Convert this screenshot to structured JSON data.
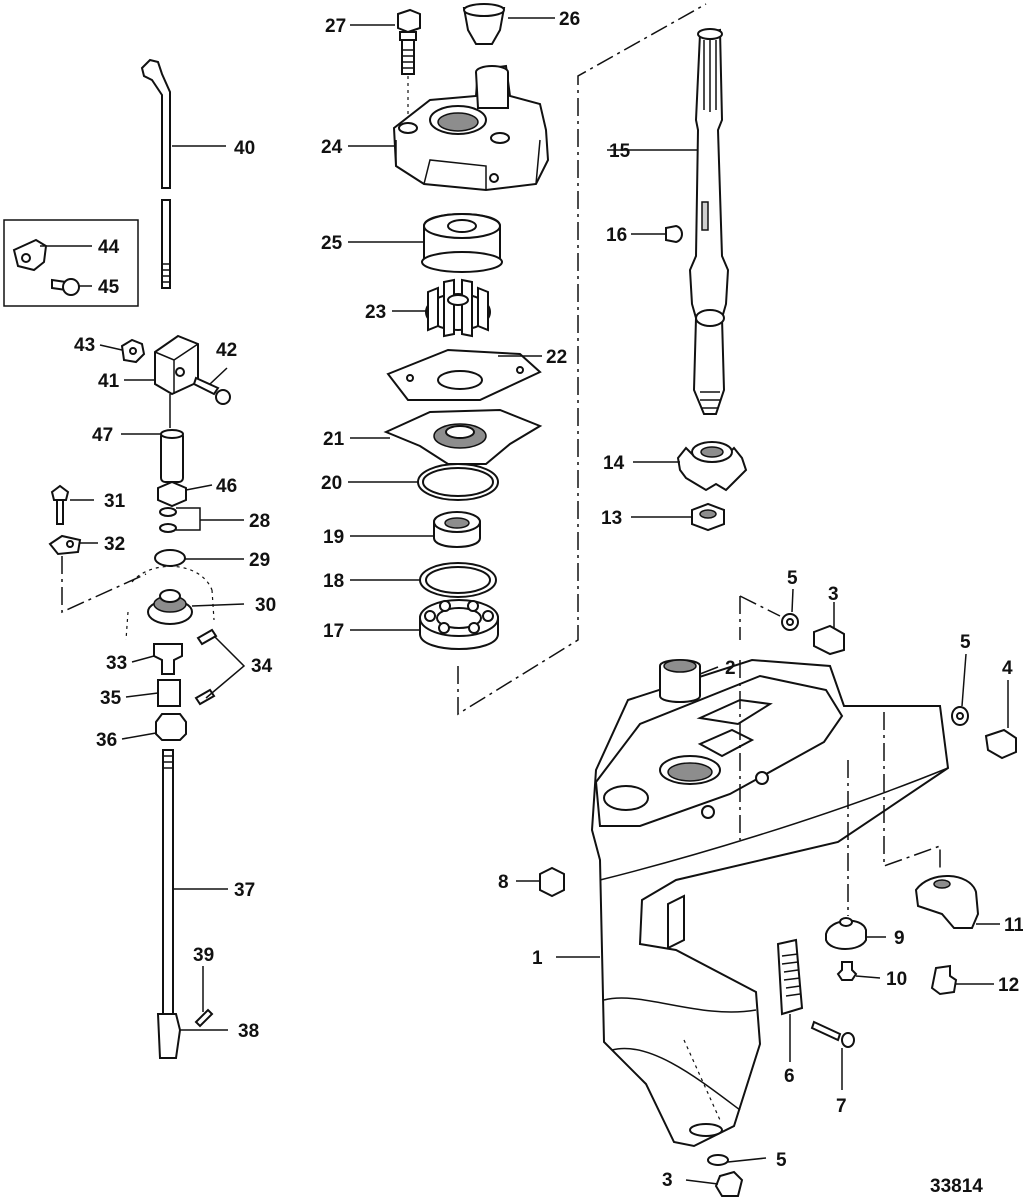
{
  "diagram": {
    "figure_id": "33814",
    "callouts": [
      {
        "id": "c1",
        "label": "1"
      },
      {
        "id": "c2",
        "label": "2"
      },
      {
        "id": "c3a",
        "label": "3"
      },
      {
        "id": "c3b",
        "label": "3"
      },
      {
        "id": "c4",
        "label": "4"
      },
      {
        "id": "c5a",
        "label": "5"
      },
      {
        "id": "c5b",
        "label": "5"
      },
      {
        "id": "c5c",
        "label": "5"
      },
      {
        "id": "c6",
        "label": "6"
      },
      {
        "id": "c7",
        "label": "7"
      },
      {
        "id": "c8",
        "label": "8"
      },
      {
        "id": "c9",
        "label": "9"
      },
      {
        "id": "c10",
        "label": "10"
      },
      {
        "id": "c11",
        "label": "11"
      },
      {
        "id": "c12",
        "label": "12"
      },
      {
        "id": "c13",
        "label": "13"
      },
      {
        "id": "c14",
        "label": "14"
      },
      {
        "id": "c15",
        "label": "15"
      },
      {
        "id": "c16",
        "label": "16"
      },
      {
        "id": "c17",
        "label": "17"
      },
      {
        "id": "c18",
        "label": "18"
      },
      {
        "id": "c19",
        "label": "19"
      },
      {
        "id": "c20",
        "label": "20"
      },
      {
        "id": "c21",
        "label": "21"
      },
      {
        "id": "c22",
        "label": "22"
      },
      {
        "id": "c23",
        "label": "23"
      },
      {
        "id": "c24",
        "label": "24"
      },
      {
        "id": "c25",
        "label": "25"
      },
      {
        "id": "c26",
        "label": "26"
      },
      {
        "id": "c27",
        "label": "27"
      },
      {
        "id": "c28",
        "label": "28"
      },
      {
        "id": "c29",
        "label": "29"
      },
      {
        "id": "c30",
        "label": "30"
      },
      {
        "id": "c31",
        "label": "31"
      },
      {
        "id": "c32",
        "label": "32"
      },
      {
        "id": "c33",
        "label": "33"
      },
      {
        "id": "c34",
        "label": "34"
      },
      {
        "id": "c35",
        "label": "35"
      },
      {
        "id": "c36",
        "label": "36"
      },
      {
        "id": "c37",
        "label": "37"
      },
      {
        "id": "c38",
        "label": "38"
      },
      {
        "id": "c39",
        "label": "39"
      },
      {
        "id": "c40",
        "label": "40"
      },
      {
        "id": "c41",
        "label": "41"
      },
      {
        "id": "c42",
        "label": "42"
      },
      {
        "id": "c43",
        "label": "43"
      },
      {
        "id": "c44",
        "label": "44"
      },
      {
        "id": "c45",
        "label": "45"
      },
      {
        "id": "c46",
        "label": "46"
      },
      {
        "id": "c47",
        "label": "47"
      }
    ]
  }
}
